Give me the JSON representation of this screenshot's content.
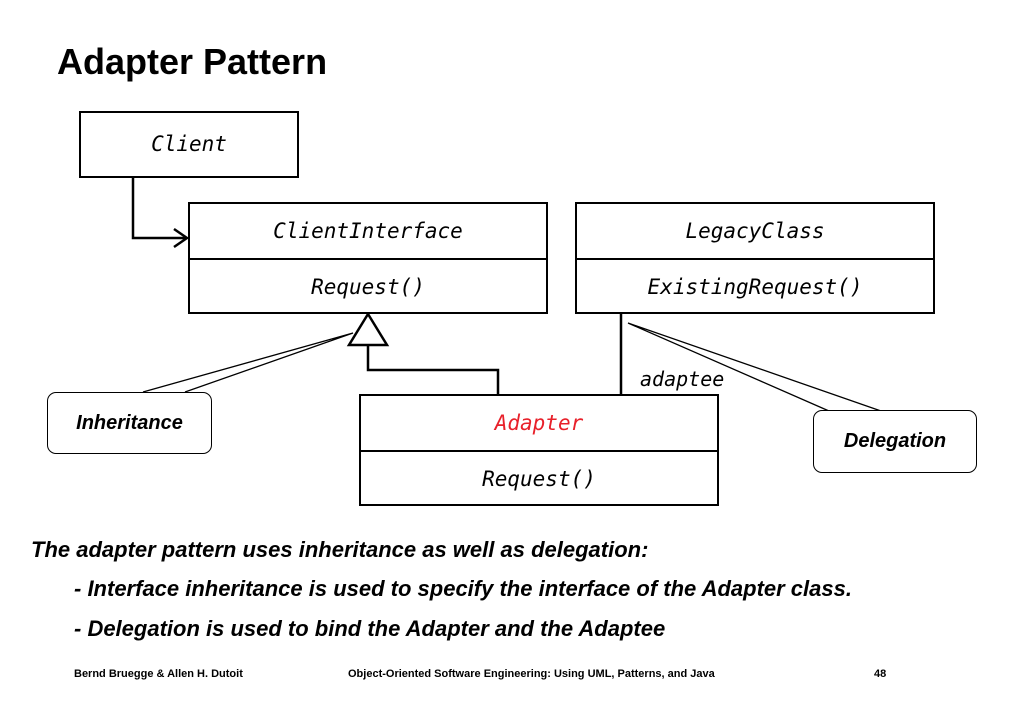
{
  "title": "Adapter Pattern",
  "diagram": {
    "client": {
      "name": "Client"
    },
    "client_interface": {
      "name": "ClientInterface",
      "operation": "Request()"
    },
    "legacy_class": {
      "name": "LegacyClass",
      "operation": "ExistingRequest()"
    },
    "adapter": {
      "name": "Adapter",
      "operation": "Request()",
      "name_color": "#e8202a"
    },
    "association_role": "adaptee",
    "notes": {
      "inheritance": "Inheritance",
      "delegation": "Delegation"
    }
  },
  "body": {
    "intro": "The adapter pattern uses inheritance as well as delegation:",
    "bullets": [
      "- Interface inheritance is used to specify the interface of the Adapter class.",
      "- Delegation is used to bind the Adapter and the Adaptee"
    ]
  },
  "footer": {
    "authors": "Bernd Bruegge & Allen H. Dutoit",
    "book": "Object-Oriented Software Engineering: Using UML, Patterns, and Java",
    "page": "48"
  }
}
